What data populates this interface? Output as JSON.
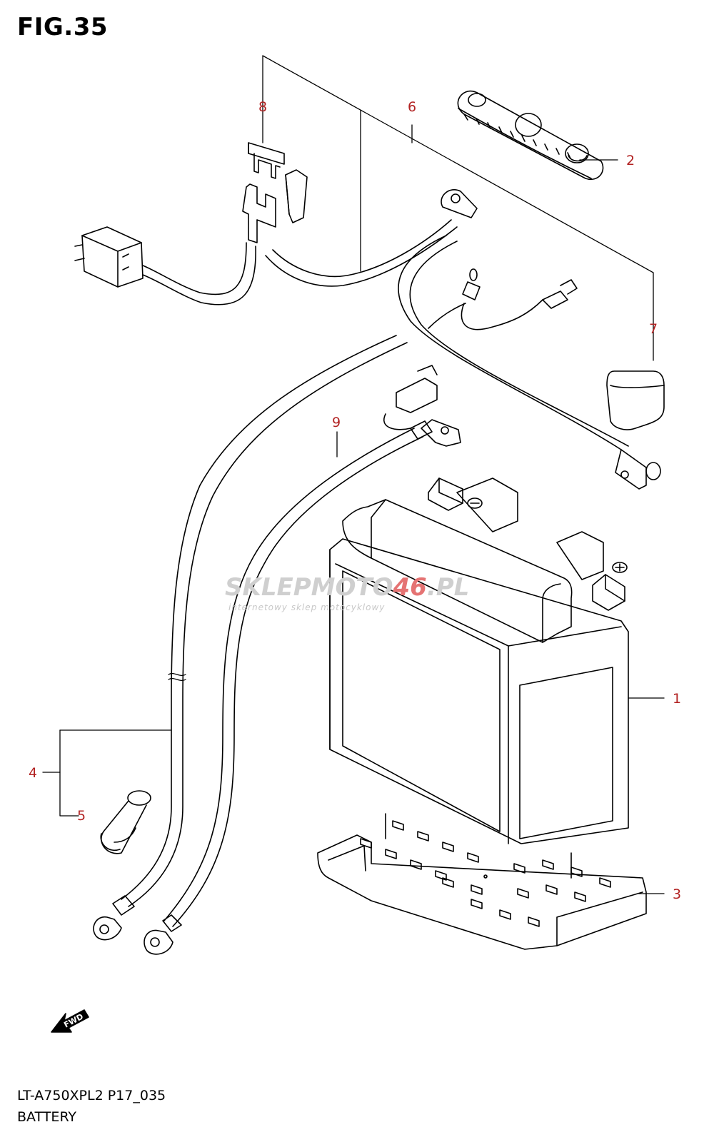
{
  "figure": {
    "title": "FIG.35",
    "model_code": "LT-A750XPL2 P17_035",
    "name": "BATTERY"
  },
  "watermark": {
    "brand_a": "SKLEPMOTO",
    "brand_b": "46",
    "brand_c": ".PL",
    "tagline": "internetowy sklep motocyklowy"
  },
  "fwd_label": "FWD",
  "callouts": [
    {
      "id": "1",
      "label": "1"
    },
    {
      "id": "2",
      "label": "2"
    },
    {
      "id": "3",
      "label": "3"
    },
    {
      "id": "4",
      "label": "4"
    },
    {
      "id": "5",
      "label": "5"
    },
    {
      "id": "6",
      "label": "6"
    },
    {
      "id": "7",
      "label": "7"
    },
    {
      "id": "8",
      "label": "8"
    },
    {
      "id": "9",
      "label": "9"
    }
  ],
  "colors": {
    "callout": "#b22222",
    "line": "#000000",
    "watermark_grey": "#c8c8c8",
    "watermark_red": "#e06060"
  }
}
